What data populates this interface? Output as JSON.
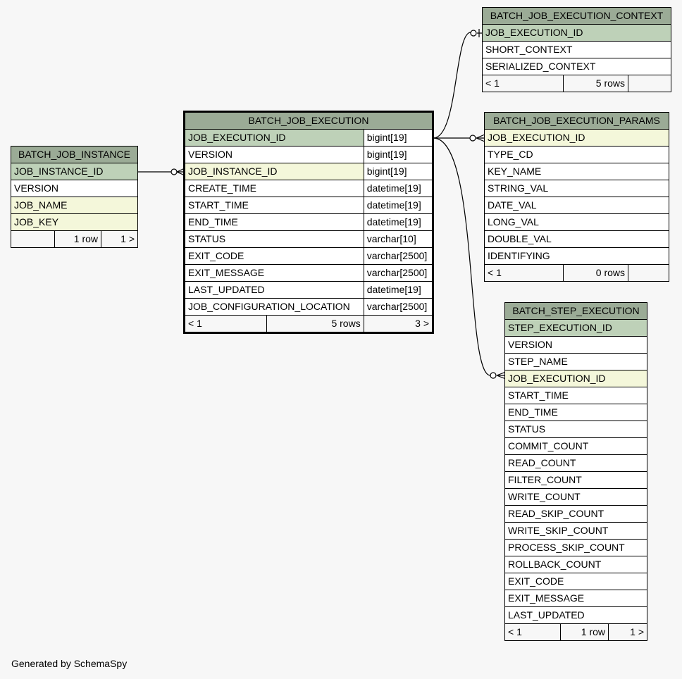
{
  "footer": "Generated by SchemaSpy",
  "tables": {
    "instance": {
      "name": "BATCH_JOB_INSTANCE",
      "columns": [
        {
          "name": "JOB_INSTANCE_ID",
          "kind": "pk"
        },
        {
          "name": "VERSION",
          "kind": "plain"
        },
        {
          "name": "JOB_NAME",
          "kind": "fk"
        },
        {
          "name": "JOB_KEY",
          "kind": "fk"
        }
      ],
      "footer": {
        "parents": "",
        "rows": "1 row",
        "children": "1 >"
      }
    },
    "execution": {
      "name": "BATCH_JOB_EXECUTION",
      "columns": [
        {
          "name": "JOB_EXECUTION_ID",
          "type": "bigint[19]",
          "kind": "pk"
        },
        {
          "name": "VERSION",
          "type": "bigint[19]",
          "kind": "plain"
        },
        {
          "name": "JOB_INSTANCE_ID",
          "type": "bigint[19]",
          "kind": "fk"
        },
        {
          "name": "CREATE_TIME",
          "type": "datetime[19]",
          "kind": "plain"
        },
        {
          "name": "START_TIME",
          "type": "datetime[19]",
          "kind": "plain"
        },
        {
          "name": "END_TIME",
          "type": "datetime[19]",
          "kind": "plain"
        },
        {
          "name": "STATUS",
          "type": "varchar[10]",
          "kind": "plain"
        },
        {
          "name": "EXIT_CODE",
          "type": "varchar[2500]",
          "kind": "plain"
        },
        {
          "name": "EXIT_MESSAGE",
          "type": "varchar[2500]",
          "kind": "plain"
        },
        {
          "name": "LAST_UPDATED",
          "type": "datetime[19]",
          "kind": "plain"
        },
        {
          "name": "JOB_CONFIGURATION_LOCATION",
          "type": "varchar[2500]",
          "kind": "plain"
        }
      ],
      "footer": {
        "parents": "< 1",
        "rows": "5 rows",
        "children": "3 >"
      }
    },
    "context": {
      "name": "BATCH_JOB_EXECUTION_CONTEXT",
      "columns": [
        {
          "name": "JOB_EXECUTION_ID",
          "kind": "pk"
        },
        {
          "name": "SHORT_CONTEXT",
          "kind": "plain"
        },
        {
          "name": "SERIALIZED_CONTEXT",
          "kind": "plain"
        }
      ],
      "footer": {
        "parents": "< 1",
        "rows": "5 rows",
        "children": ""
      }
    },
    "params": {
      "name": "BATCH_JOB_EXECUTION_PARAMS",
      "columns": [
        {
          "name": "JOB_EXECUTION_ID",
          "kind": "fk"
        },
        {
          "name": "TYPE_CD",
          "kind": "plain"
        },
        {
          "name": "KEY_NAME",
          "kind": "plain"
        },
        {
          "name": "STRING_VAL",
          "kind": "plain"
        },
        {
          "name": "DATE_VAL",
          "kind": "plain"
        },
        {
          "name": "LONG_VAL",
          "kind": "plain"
        },
        {
          "name": "DOUBLE_VAL",
          "kind": "plain"
        },
        {
          "name": "IDENTIFYING",
          "kind": "plain"
        }
      ],
      "footer": {
        "parents": "< 1",
        "rows": "0 rows",
        "children": ""
      }
    },
    "step": {
      "name": "BATCH_STEP_EXECUTION",
      "columns": [
        {
          "name": "STEP_EXECUTION_ID",
          "kind": "pk"
        },
        {
          "name": "VERSION",
          "kind": "plain"
        },
        {
          "name": "STEP_NAME",
          "kind": "plain"
        },
        {
          "name": "JOB_EXECUTION_ID",
          "kind": "fk"
        },
        {
          "name": "START_TIME",
          "kind": "plain"
        },
        {
          "name": "END_TIME",
          "kind": "plain"
        },
        {
          "name": "STATUS",
          "kind": "plain"
        },
        {
          "name": "COMMIT_COUNT",
          "kind": "plain"
        },
        {
          "name": "READ_COUNT",
          "kind": "plain"
        },
        {
          "name": "FILTER_COUNT",
          "kind": "plain"
        },
        {
          "name": "WRITE_COUNT",
          "kind": "plain"
        },
        {
          "name": "READ_SKIP_COUNT",
          "kind": "plain"
        },
        {
          "name": "WRITE_SKIP_COUNT",
          "kind": "plain"
        },
        {
          "name": "PROCESS_SKIP_COUNT",
          "kind": "plain"
        },
        {
          "name": "ROLLBACK_COUNT",
          "kind": "plain"
        },
        {
          "name": "EXIT_CODE",
          "kind": "plain"
        },
        {
          "name": "EXIT_MESSAGE",
          "kind": "plain"
        },
        {
          "name": "LAST_UPDATED",
          "kind": "plain"
        }
      ],
      "footer": {
        "parents": "< 1",
        "rows": "1 row",
        "children": "1 >"
      }
    }
  }
}
